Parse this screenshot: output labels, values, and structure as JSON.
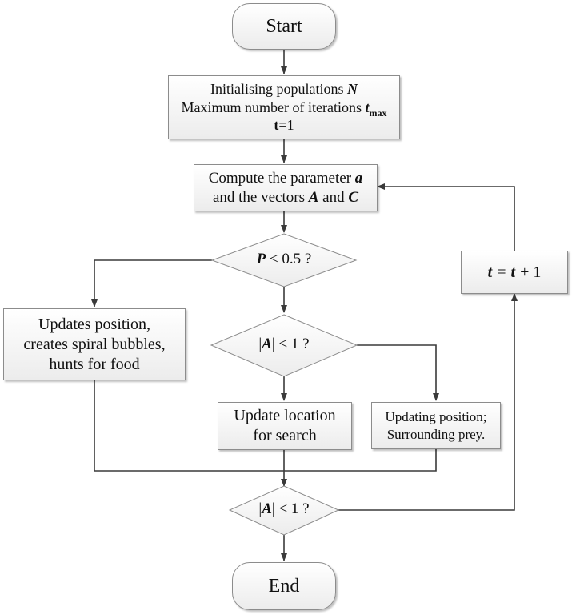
{
  "nodes": {
    "start": "Start",
    "init": {
      "line1_text": "Initialising populations",
      "line1_var": "N",
      "line2_text": "Maximum number of iterations",
      "line2_var": "t",
      "line2_sub": "max",
      "line3_var": "t",
      "line3_rest": "=1"
    },
    "compute": {
      "line1_text": "Compute the parameter",
      "line1_var": "a",
      "line2_a": "and the vectors",
      "line2_A": "A",
      "line2_and": "and",
      "line2_C": "C"
    },
    "decision_p": {
      "var": "P",
      "rest": "< 0.5 ?"
    },
    "spiral": {
      "line1": "Updates position,",
      "line2": "creates spiral bubbles,",
      "line3": "hunts for food"
    },
    "decision_a1": {
      "left": "|",
      "var": "A",
      "rest": "| < 1 ?"
    },
    "search": {
      "line1": "Update location",
      "line2": "for search"
    },
    "surround": {
      "line1": "Updating position;",
      "line2": "Surrounding prey."
    },
    "increment": {
      "t1": "t",
      "eq": "=",
      "t2": "t",
      "rest": "+ 1"
    },
    "decision_a2": {
      "left": "|",
      "var": "A",
      "rest": "| < 1 ?"
    },
    "end": "End"
  },
  "colors": {
    "stroke": "#3a3a3a",
    "box_border": "#8c8c8c",
    "box_fill_top": "#ffffff",
    "box_fill_bottom": "#ececec"
  }
}
